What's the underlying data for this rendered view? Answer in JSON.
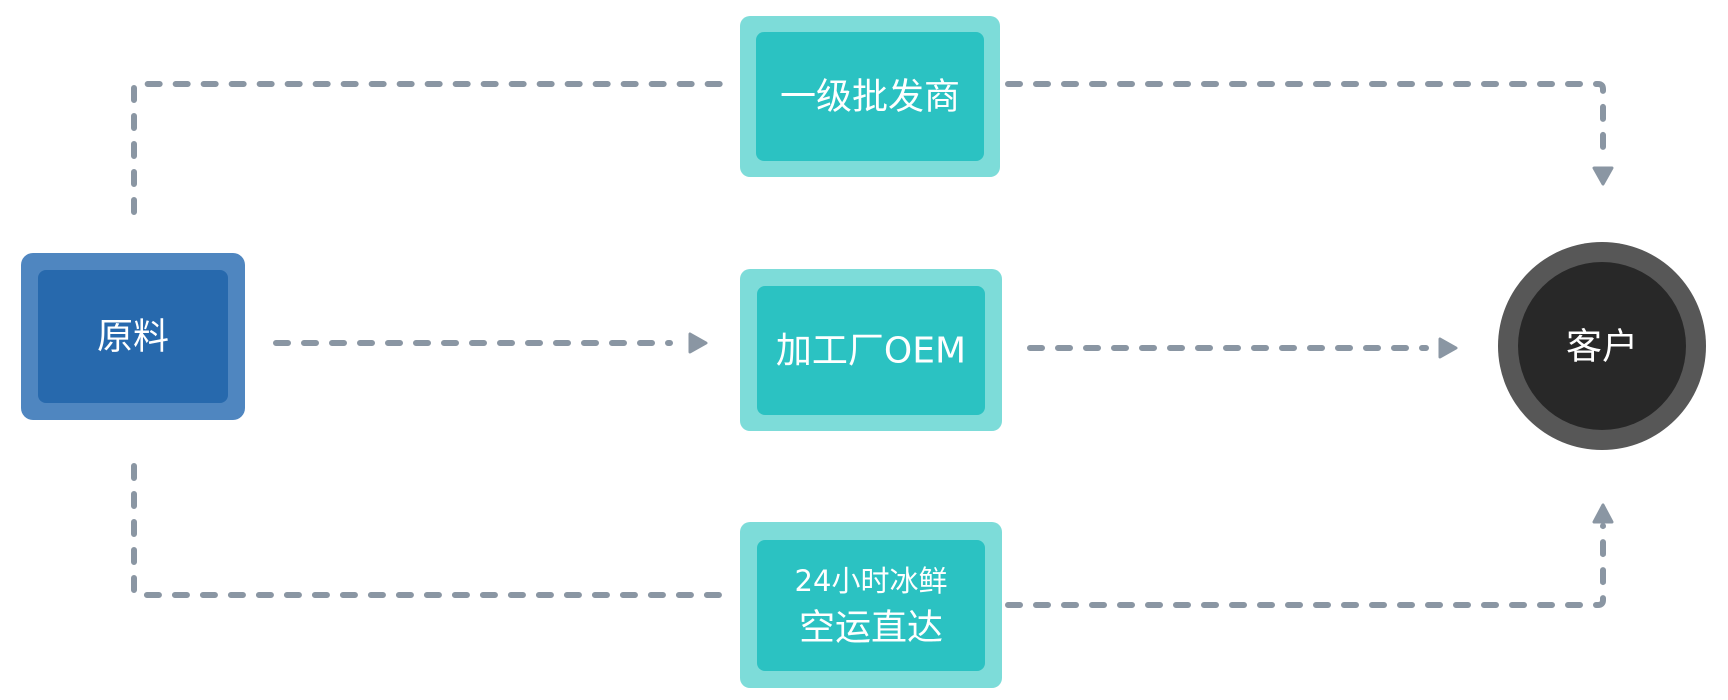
{
  "nodes": {
    "raw_material": {
      "label": "原料",
      "outer_color": "#4f86c0",
      "inner_color": "#2769ad"
    },
    "wholesaler": {
      "label": "一级批发商",
      "outer_color": "#7ddcd9",
      "inner_color": "#2bc2c2"
    },
    "factory": {
      "label": "加工厂OEM",
      "outer_color": "#7ddcd9",
      "inner_color": "#2bc2c2"
    },
    "air_freight": {
      "line1": "24小时冰鲜",
      "line2": "空运直达",
      "outer_color": "#7ddcd9",
      "inner_color": "#2bc2c2"
    },
    "customer": {
      "label": "客户",
      "outer_color": "#575757",
      "inner_color": "#282828"
    }
  },
  "connectors": {
    "color": "#8a96a3",
    "style": "dashed",
    "edges": [
      {
        "from": "raw_material",
        "to": "wholesaler"
      },
      {
        "from": "wholesaler",
        "to": "customer"
      },
      {
        "from": "raw_material",
        "to": "factory"
      },
      {
        "from": "factory",
        "to": "customer"
      },
      {
        "from": "raw_material",
        "to": "air_freight"
      },
      {
        "from": "air_freight",
        "to": "customer"
      }
    ]
  }
}
